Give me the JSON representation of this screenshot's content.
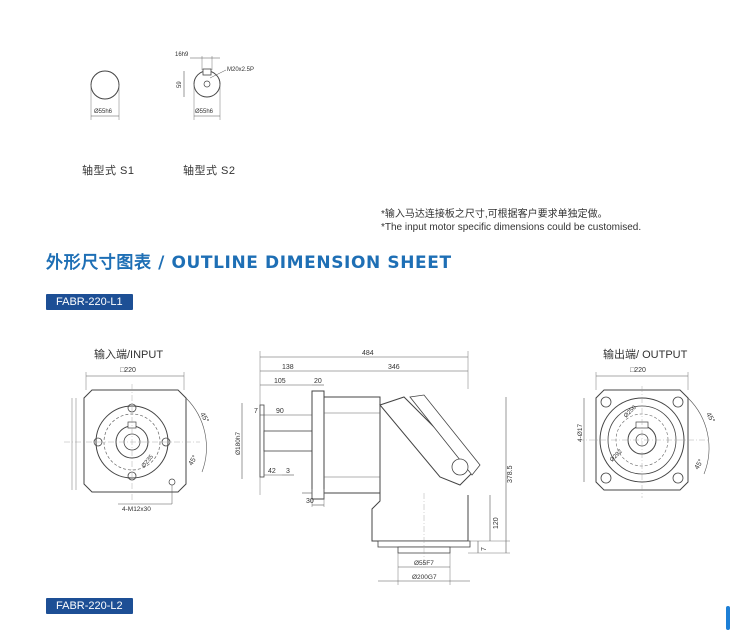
{
  "shaft_types": {
    "s1": {
      "caption": "轴型式 S1",
      "dia_label": "Ø55h6"
    },
    "s2": {
      "caption": "轴型式 S2",
      "key_label": "16h9",
      "height_label": "59",
      "thread_label": "M20x2.5P",
      "dia_label": "Ø55h6"
    }
  },
  "note": {
    "zh": "*输入马达连接板之尺寸,可根据客户要求单独定做。",
    "en": "*The input motor specific dimensions could be customised."
  },
  "heading": "外形尺寸图表 / OUTLINE DIMENSION SHEET",
  "model_tags": [
    "FABR-220-L1",
    "FABR-220-L2"
  ],
  "input_view": {
    "title": "输入端/INPUT",
    "square": "□220",
    "angle_a": "45°",
    "angle_b": "45°",
    "bolt_circle": "Ø235",
    "holes": "4-M12x30"
  },
  "side_view": {
    "d484": "484",
    "d138": "138",
    "d346": "346",
    "d105": "105",
    "d20": "20",
    "d7": "7",
    "d90": "90",
    "d180": "Ø180h7",
    "d42": "42",
    "d3": "3",
    "d30": "30",
    "d378": "378.5",
    "d120": "120",
    "d7b": "7",
    "d55": "Ø55F7",
    "d200": "Ø200G7"
  },
  "output_view": {
    "title": "输出端/ OUTPUT",
    "square": "□220",
    "holes": "4-Ø17",
    "angle_a": "45°",
    "angle_b": "45°",
    "bolt_circle": "Ø250",
    "pilot": "Ø292"
  }
}
